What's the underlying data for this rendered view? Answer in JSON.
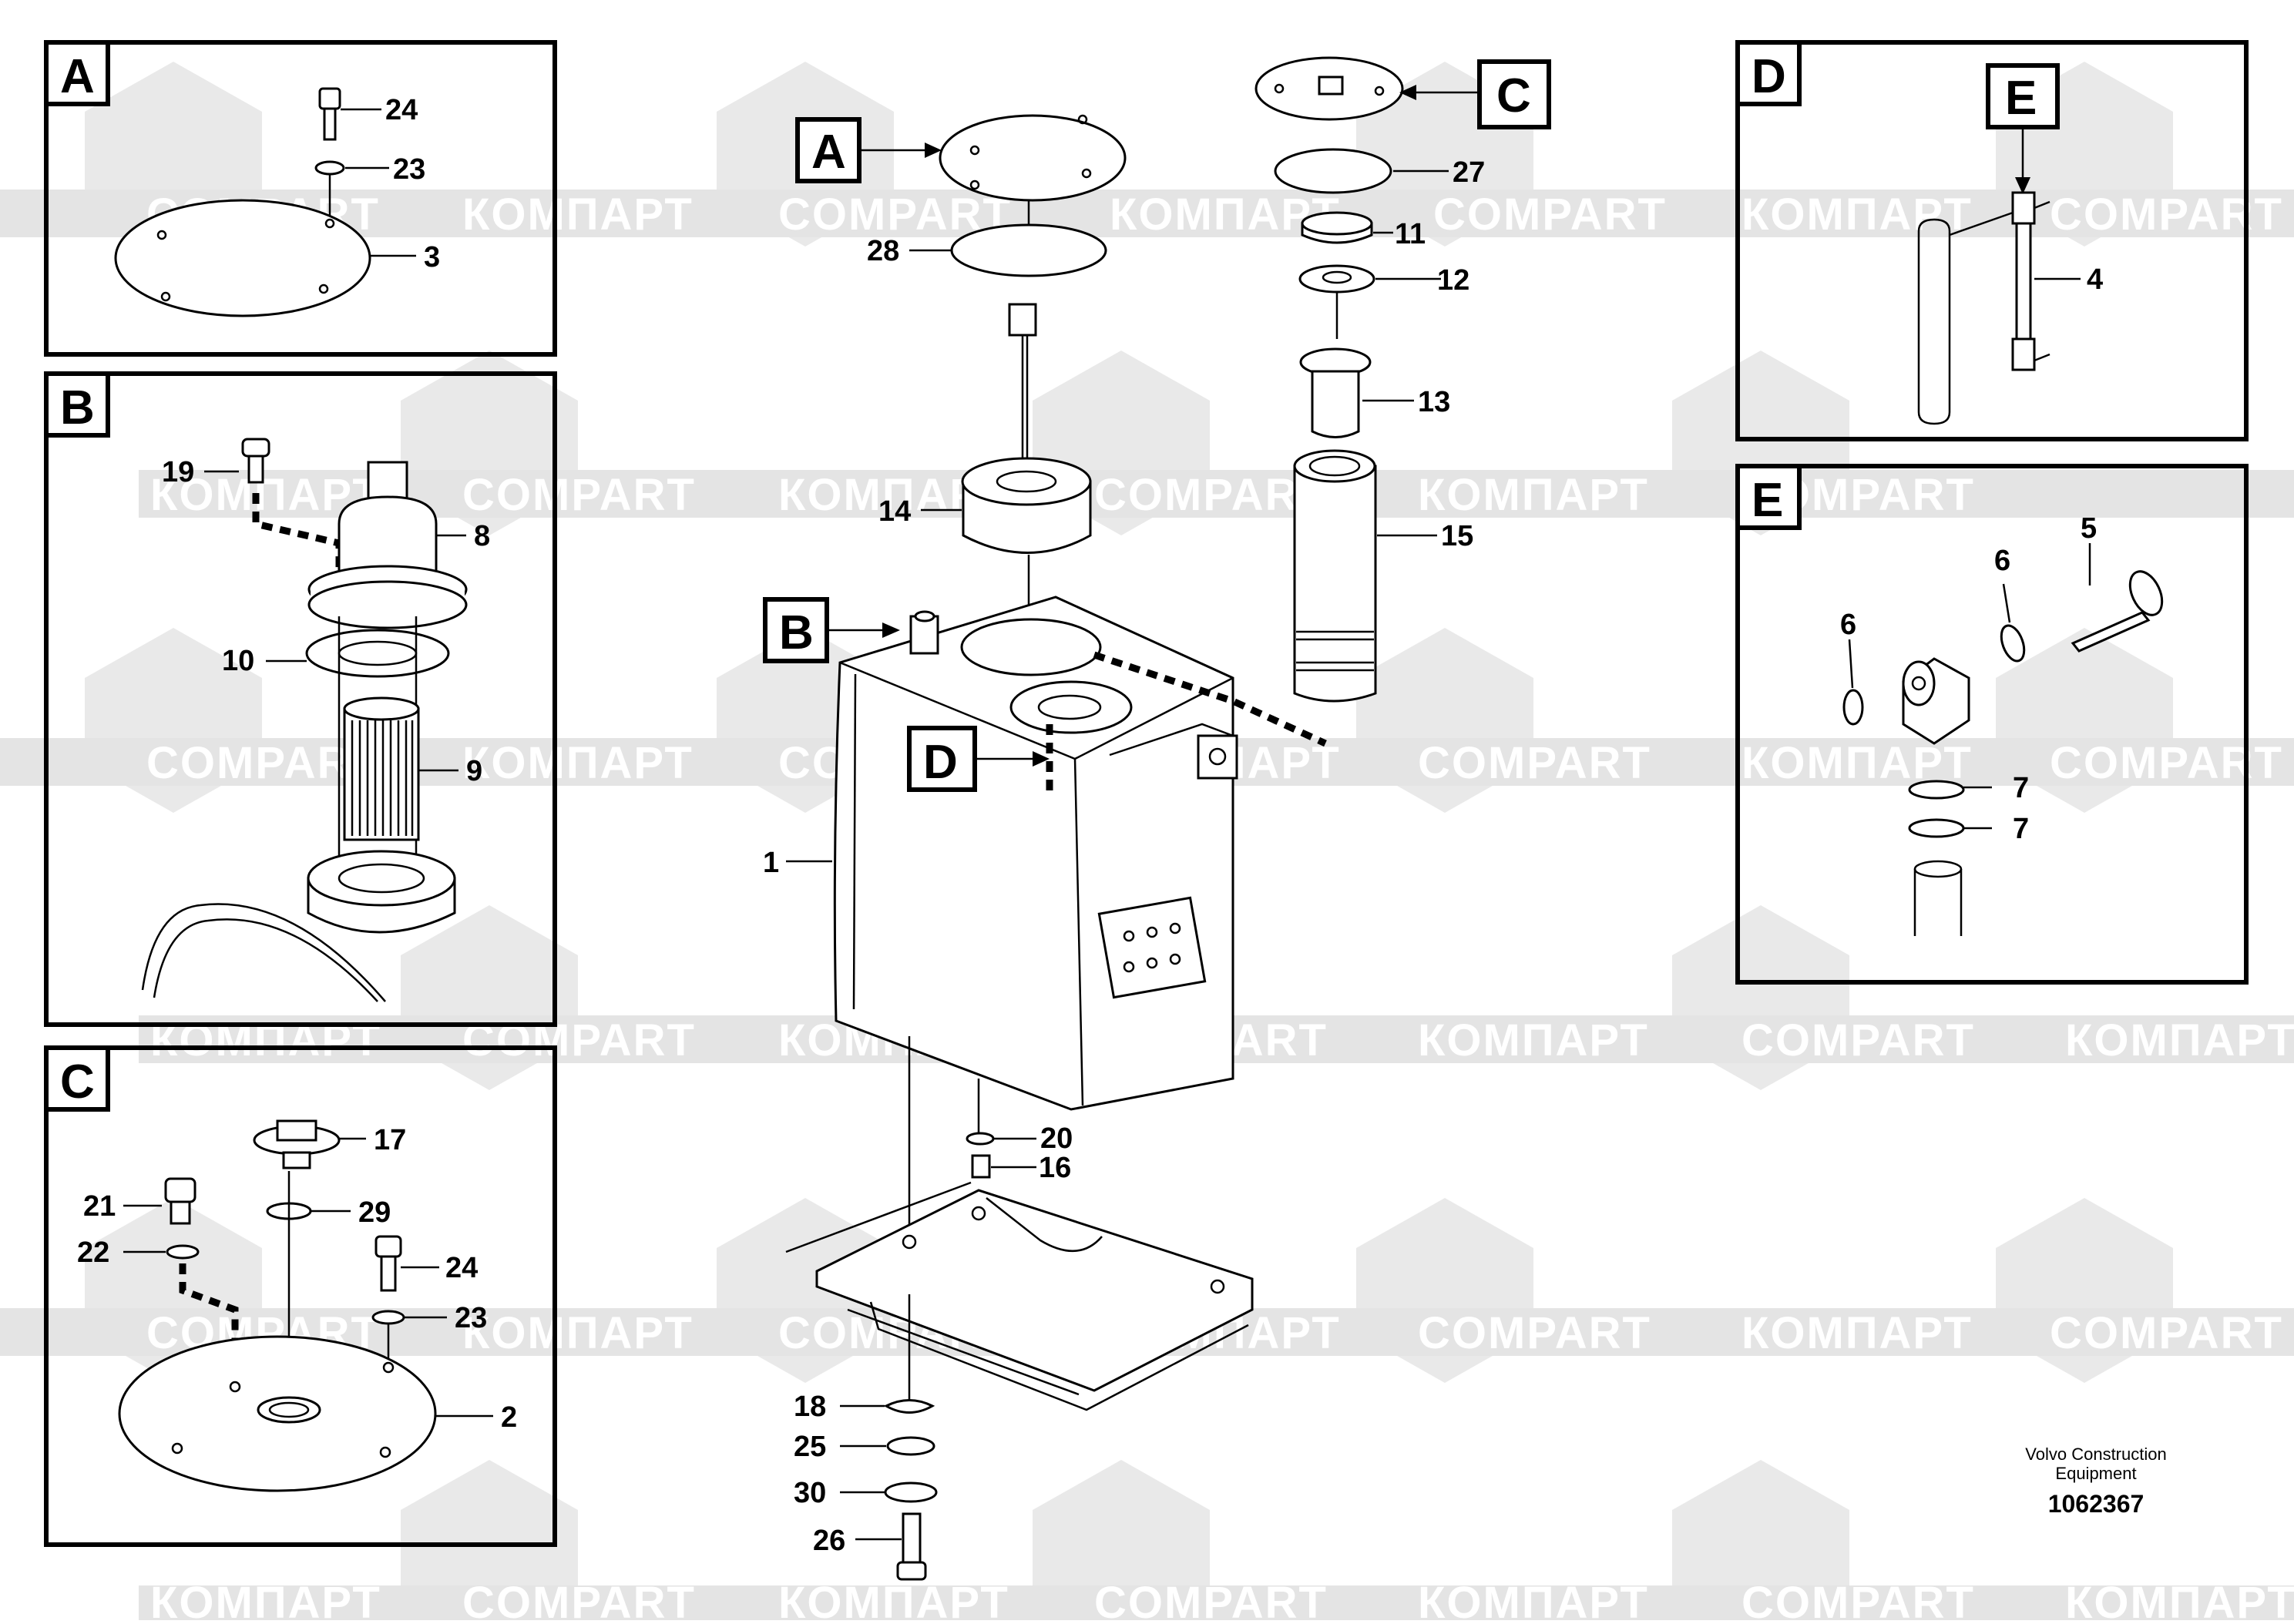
{
  "watermark": {
    "text_latin": "COMPART",
    "text_cyrillic": "КОМПАРТ"
  },
  "panels": {
    "A": {
      "label": "A",
      "callouts": {
        "bolt": "24",
        "washer": "23",
        "cover": "3"
      }
    },
    "B": {
      "label": "B",
      "callouts": {
        "screw": "19",
        "breather": "8",
        "gasket": "10",
        "filter": "9"
      }
    },
    "C": {
      "label": "C",
      "callouts": {
        "plug": "17",
        "oring": "29",
        "drain_plug": "21",
        "washer": "22",
        "bolt": "24",
        "washer2": "23",
        "cover": "2"
      }
    },
    "D": {
      "label": "D",
      "inner_tag": "E",
      "callouts": {
        "gauge": "4"
      }
    },
    "E": {
      "label": "E",
      "callouts": {
        "bolt": "5",
        "oring_top": "6",
        "oring_left": "6",
        "oring_a": "7",
        "oring_b": "7"
      }
    }
  },
  "main": {
    "tags": {
      "A": "A",
      "B": "B",
      "C": "C",
      "D": "D"
    },
    "callouts": {
      "tank": "1",
      "oring_28": "28",
      "strainer_14": "14",
      "cover_c": "27",
      "ring_11": "11",
      "valve_12": "12",
      "bushing_13": "13",
      "filter_15": "15",
      "washer_20": "20",
      "plug_16": "16",
      "washer_18": "18",
      "washer_25": "25",
      "washer_30": "30",
      "bolt_26": "26"
    }
  },
  "footer": {
    "line1": "Volvo Construction",
    "line2": "Equipment",
    "code": "1062367"
  }
}
